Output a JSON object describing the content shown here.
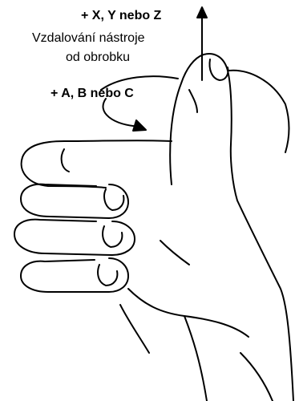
{
  "labels": {
    "linear_axes": "+ X, Y nebo Z",
    "direction_line1": "Vzdalování nástroje",
    "direction_line2": "od obrobku",
    "rotary_axes": "+ A, B nebo C"
  },
  "colors": {
    "ink": "#000000",
    "background": "#ffffff"
  }
}
